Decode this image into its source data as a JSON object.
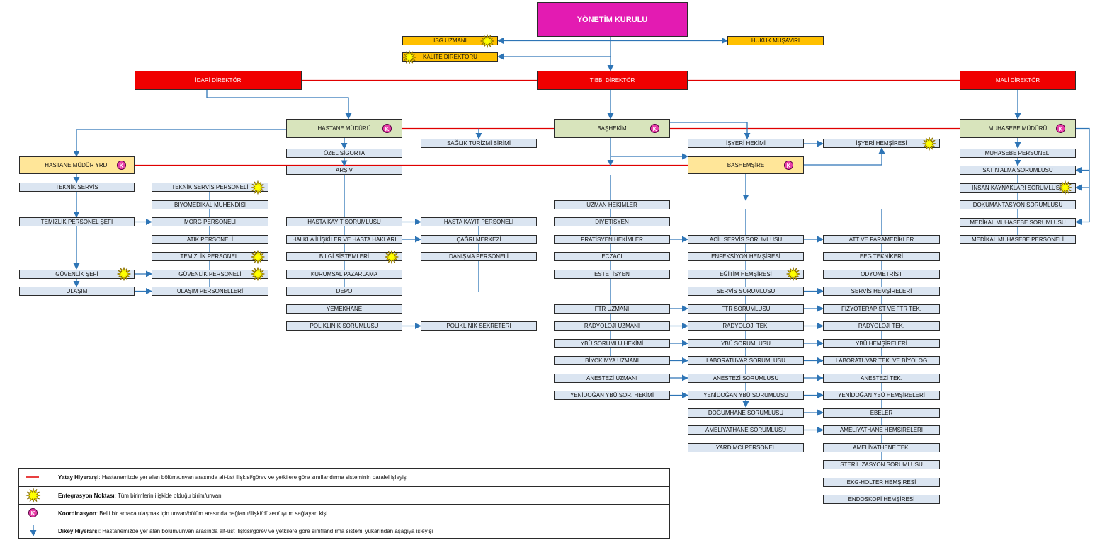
{
  "boxes": [
    {
      "id": "yk",
      "label": "YÖNETİM KURULU",
      "color": "magenta"
    },
    {
      "id": "isg",
      "label": "İSG UZMANI",
      "color": "orange",
      "star": true
    },
    {
      "id": "kal",
      "label": "KALİTE DİREKTÖRÜ",
      "color": "orange",
      "star": true
    },
    {
      "id": "huk",
      "label": "HUKUK MÜŞAVİRİ",
      "color": "orange"
    },
    {
      "id": "idari",
      "label": "İDARİ DİREKTÖR",
      "color": "red"
    },
    {
      "id": "tibbi",
      "label": "TIBBİ DİREKTÖR",
      "color": "red"
    },
    {
      "id": "mali",
      "label": "MALİ DİREKTÖR",
      "color": "red"
    },
    {
      "id": "hm",
      "label": "HASTANE MÜDÜRÜ",
      "color": "green",
      "k": true
    },
    {
      "id": "bh",
      "label": "BAŞHEKİM",
      "color": "green",
      "k": true
    },
    {
      "id": "mm",
      "label": "MUHASEBE MÜDÜRÜ",
      "color": "green",
      "k": true
    },
    {
      "id": "hmy",
      "label": "HASTANE MÜDÜR YRD.",
      "color": "yellow",
      "k": true
    },
    {
      "id": "bhs",
      "label": "BAŞHEMŞİRE",
      "color": "yellow",
      "k": true
    },
    {
      "id": "sag",
      "label": "SAĞLIK TURİZMİ BİRİMİ",
      "color": "blue"
    },
    {
      "id": "ih",
      "label": "İŞYERİ HEKİMİ",
      "color": "blue"
    },
    {
      "id": "ihs",
      "label": "İŞYERİ HEMŞİRESİ",
      "color": "blue",
      "star": true
    },
    {
      "id": "c1_0",
      "label": "TEKNİK SERVİS",
      "color": "blue"
    },
    {
      "id": "c1_2",
      "label": "TEMİZLİK PERSONEL ŞEFİ",
      "color": "blue"
    },
    {
      "id": "c1_5",
      "label": "GÜVENLİK ŞEFİ",
      "color": "blue",
      "star": true
    },
    {
      "id": "c1_6",
      "label": "ULAŞIM",
      "color": "blue"
    },
    {
      "id": "c2_0",
      "label": "TEKNİK SERVİS PERSONELİ",
      "color": "blue",
      "star": true
    },
    {
      "id": "c2_1",
      "label": "BİYOMEDİKAL MÜHENDİSİ",
      "color": "blue"
    },
    {
      "id": "c2_2",
      "label": "MORG PERSONELİ",
      "color": "blue"
    },
    {
      "id": "c2_3",
      "label": "ATIK PERSONELİ",
      "color": "blue"
    },
    {
      "id": "c2_4",
      "label": "TEMİZLİK PERSONELİ",
      "color": "blue",
      "star": true
    },
    {
      "id": "c2_5",
      "label": "GÜVENLİK PERSONELİ",
      "color": "blue",
      "star": true
    },
    {
      "id": "c2_6",
      "label": "ULAŞIM PERSONELLERİ",
      "color": "blue"
    },
    {
      "id": "c3_0",
      "label": "ÖZEL SİGORTA",
      "color": "blue"
    },
    {
      "id": "c3_1",
      "label": "ARŞİV",
      "color": "blue"
    },
    {
      "id": "c3_2",
      "label": "HASTA KAYIT SORUMLUSU",
      "color": "blue"
    },
    {
      "id": "c3_3",
      "label": "HALKLA İLİŞKİLER VE HASTA HAKLARI",
      "color": "blue"
    },
    {
      "id": "c3_4",
      "label": "BİLGİ SİSTEMLERİ",
      "color": "blue",
      "star": true
    },
    {
      "id": "c3_5",
      "label": "KURUMSAL PAZARLAMA",
      "color": "blue"
    },
    {
      "id": "c3_6",
      "label": "DEPO",
      "color": "blue"
    },
    {
      "id": "c3_7",
      "label": "YEMEKHANE",
      "color": "blue"
    },
    {
      "id": "c3_8",
      "label": "POLİKLİNİK SORUMLUSU",
      "color": "blue"
    },
    {
      "id": "c4_2",
      "label": "HASTA KAYIT PERSONELİ",
      "color": "blue"
    },
    {
      "id": "c4_3",
      "label": "ÇAĞRI MERKEZİ",
      "color": "blue"
    },
    {
      "id": "c4_4",
      "label": "DANIŞMA PERSONELİ",
      "color": "blue"
    },
    {
      "id": "c4_8",
      "label": "POLİKLİNİK SEKRETERİ",
      "color": "blue"
    },
    {
      "id": "c5_1",
      "label": "UZMAN HEKİMLER",
      "color": "blue"
    },
    {
      "id": "c5_2",
      "label": "DİYETİSYEN",
      "color": "blue"
    },
    {
      "id": "c5_3",
      "label": "PRATİSYEN HEKİMLER",
      "color": "blue"
    },
    {
      "id": "c5_4",
      "label": "ECZACI",
      "color": "blue"
    },
    {
      "id": "c5_5",
      "label": "ESTETİSYEN",
      "color": "blue"
    },
    {
      "id": "c5_7",
      "label": "FTR UZMANI",
      "color": "blue"
    },
    {
      "id": "c5_8",
      "label": "RADYOLOJİ UZMANI",
      "color": "blue"
    },
    {
      "id": "c5_9",
      "label": "YBÜ SORUMLU HEKİMİ",
      "color": "blue"
    },
    {
      "id": "c5_10",
      "label": "BİYOKİMYA UZMANI",
      "color": "blue"
    },
    {
      "id": "c5_11",
      "label": "ANESTEZİ UZMANI",
      "color": "blue"
    },
    {
      "id": "c5_12",
      "label": "YENİDOĞAN YBÜ SOR. HEKİMİ",
      "color": "blue"
    },
    {
      "id": "c6_3",
      "label": "ACİL SERVİS SORUMLUSU",
      "color": "blue"
    },
    {
      "id": "c6_4",
      "label": "ENFEKSİYON HEMŞİRESİ",
      "color": "blue"
    },
    {
      "id": "c6_5",
      "label": "EĞİTİM HEMŞİRESİ",
      "color": "blue",
      "star": true
    },
    {
      "id": "c6_6",
      "label": "SERVİS SORUMLUSU",
      "color": "blue"
    },
    {
      "id": "c6_7",
      "label": "FTR SORUMLUSU",
      "color": "blue"
    },
    {
      "id": "c6_8",
      "label": "RADYOLOJİ TEK.",
      "color": "blue"
    },
    {
      "id": "c6_9",
      "label": "YBÜ SORUMLUSU",
      "color": "blue"
    },
    {
      "id": "c6_10",
      "label": "LABORATUVAR SORUMLUSU",
      "color": "blue"
    },
    {
      "id": "c6_11",
      "label": "ANESTEZİ SORUMLUSU",
      "color": "blue"
    },
    {
      "id": "c6_12",
      "label": "YENİDOĞAN YBÜ SORUMLUSU",
      "color": "blue"
    },
    {
      "id": "c6_13",
      "label": "DOĞUMHANE SORUMLUSU",
      "color": "blue"
    },
    {
      "id": "c6_14",
      "label": "AMELİYATHANE SORUMLUSU",
      "color": "blue"
    },
    {
      "id": "c6_15",
      "label": "YARDIMCI PERSONEL",
      "color": "blue"
    },
    {
      "id": "c7_3",
      "label": "ATT VE PARAMEDİKLER",
      "color": "blue"
    },
    {
      "id": "c7_4",
      "label": "EEG TEKNİKERİ",
      "color": "blue"
    },
    {
      "id": "c7_5",
      "label": "ODYOMETRİST",
      "color": "blue"
    },
    {
      "id": "c7_6",
      "label": "SERVİS HEMŞİRELERİ",
      "color": "blue"
    },
    {
      "id": "c7_7",
      "label": "FİZYOTERAPİST VE FTR TEK.",
      "color": "blue"
    },
    {
      "id": "c7_8",
      "label": "RADYOLOJİ TEK.",
      "color": "blue"
    },
    {
      "id": "c7_9",
      "label": "YBÜ HEMŞİRELERİ",
      "color": "blue"
    },
    {
      "id": "c7_10",
      "label": "LABORATUVAR TEK. VE BİYOLOG",
      "color": "blue"
    },
    {
      "id": "c7_11",
      "label": "ANESTEZİ TEK.",
      "color": "blue"
    },
    {
      "id": "c7_12",
      "label": "YENİDOĞAN YBÜ HEMŞİRELERİ",
      "color": "blue"
    },
    {
      "id": "c7_13",
      "label": "EBELER",
      "color": "blue"
    },
    {
      "id": "c7_14",
      "label": "AMELİYATHANE HEMŞİRELERİ",
      "color": "blue"
    },
    {
      "id": "c7_15",
      "label": "AMELİYATHENE TEK.",
      "color": "blue"
    },
    {
      "id": "c7_16",
      "label": "STERİLİZASYON SORUMLUSU",
      "color": "blue"
    },
    {
      "id": "c7_17",
      "label": "EKG-HOLTER HEMŞİRESİ",
      "color": "blue"
    },
    {
      "id": "c7_18",
      "label": "ENDOSKOPİ HEMŞİRESİ",
      "color": "blue"
    },
    {
      "id": "c8_1",
      "label": "MUHASEBE PERSONELİ",
      "color": "blue"
    },
    {
      "id": "c8_2",
      "label": "SATIN ALMA SORUMLUSU",
      "color": "blue"
    },
    {
      "id": "c8_3",
      "label": "İNSAN KAYNAKLARI SORUMLUSU",
      "color": "blue",
      "star": true
    },
    {
      "id": "c8_4",
      "label": "DOKÜMANTASYON SORUMLUSU",
      "color": "blue"
    },
    {
      "id": "c8_5",
      "label": "MEDİKAL MUHASEBE  SORUMLUSU",
      "color": "blue"
    },
    {
      "id": "c8_6",
      "label": "MEDİKAL MUHASEBE PERSONELİ",
      "color": "blue"
    }
  ],
  "legend": [
    {
      "symbol": "red-line",
      "title": "Yatay Hiyerarşi",
      "text": ": Hastanemizde yer alan bölüm/unvan arasında alt-üst ilişkisi/görev ve yetkilere göre sınıflandırma sisteminin paralel işleyişi"
    },
    {
      "symbol": "star",
      "title": "Entegrasyon Noktası",
      "text": ": Tüm birimlerin ilişkide olduğu birim/unvan"
    },
    {
      "symbol": "k",
      "title": "Koordinasyon",
      "text": ": Belli bir amaca ulaşmak için unvan/bölüm arasında bağlantı/ilişki/düzen/uyum sağlayan kişi"
    },
    {
      "symbol": "blue-arrow",
      "title": "Dikey Hiyerarşi",
      "text": ": Hastanemizde yer alan bölüm/unvan arasında alt-üst ilişkisi/görev ve yetkilere göre sınıflandırma sistemi yukarından aşağıya işleyişi"
    }
  ],
  "badge_k_text": "K",
  "colors": {
    "line_blue": "#2e75b6",
    "line_red": "#e00000",
    "box_blue": "#dbe5f1",
    "orange": "#ffc000",
    "magenta": "#e31bb2",
    "red": "#f00000",
    "green": "#d8e4bc",
    "yellow": "#ffe699",
    "k_badge": "#e83ea8",
    "star": "#ffff00"
  }
}
